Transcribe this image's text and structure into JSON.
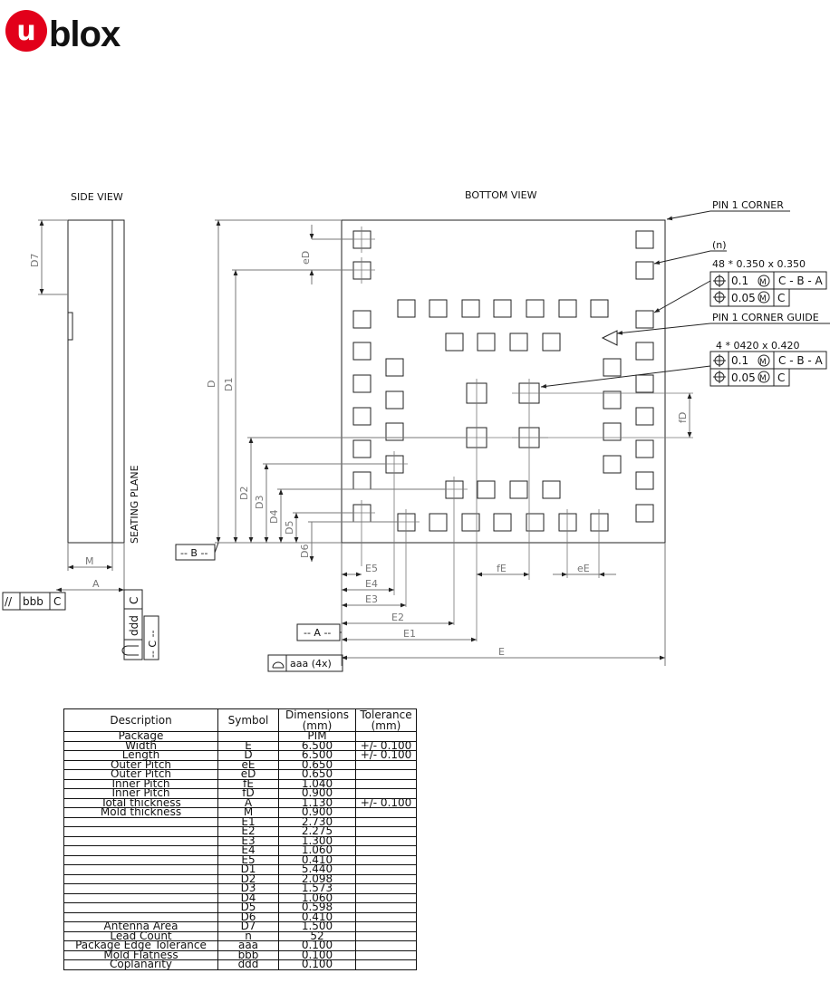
{
  "brand": {
    "logo_text": "blox",
    "logo_glyph": "u",
    "logo_color": "#e2001a"
  },
  "views": {
    "side_title": "SIDE VIEW",
    "bottom_title": "BOTTOM VIEW",
    "seating_plane": "SEATING PLANE"
  },
  "callouts": {
    "pin1_corner": "PIN 1 CORNER",
    "n": "(n)",
    "pads48": "48 * 0.350 x 0.350",
    "pin1_guide": "PIN 1 CORNER GUIDE",
    "pads4": "4 * 0420 x 0.420"
  },
  "fcf": {
    "row1_tol": "0.1",
    "row1_ref": "C - B - A",
    "row2_tol": "0.05",
    "row2_ref": "C",
    "m": "M",
    "parallel_sym": "//",
    "bbb": "bbb",
    "c": "C",
    "ddd": "ddd",
    "aaa4x": "aaa (4x)"
  },
  "datums": {
    "b": "-- B --",
    "a": "-- A --",
    "c": "-- C --"
  },
  "dims": {
    "d7": "D7",
    "m": "M",
    "a": "A",
    "ed": "eD",
    "d": "D",
    "d1": "D1",
    "d2": "D2",
    "d3": "D3",
    "d4": "D4",
    "d5": "D5",
    "d6": "D6",
    "fd": "fD",
    "e5": "E5",
    "e4": "E4",
    "e3": "E3",
    "e2": "E2",
    "e1": "E1",
    "e": "E",
    "fe": "fE",
    "ee": "eE"
  },
  "table": {
    "headers": [
      "Description",
      "Symbol",
      "Dimensions\n(mm)",
      "Tolerance\n(mm)"
    ],
    "rows": [
      [
        "Package",
        "",
        "PIM",
        ""
      ],
      [
        "Width",
        "E",
        "6.500",
        "+/- 0.100"
      ],
      [
        "Length",
        "D",
        "6.500",
        "+/- 0.100"
      ],
      [
        "Outer Pitch",
        "eE",
        "0.650",
        ""
      ],
      [
        "Outer Pitch",
        "eD",
        "0.650",
        ""
      ],
      [
        "Inner Pitch",
        "fE",
        "1.040",
        ""
      ],
      [
        "Inner Pitch",
        "fD",
        "0.900",
        ""
      ],
      [
        "Total thickness",
        "A",
        "1.130",
        "+/- 0.100"
      ],
      [
        "Mold thickness",
        "M",
        "0.900",
        ""
      ],
      [
        "",
        "E1",
        "2.730",
        ""
      ],
      [
        "",
        "E2",
        "2.275",
        ""
      ],
      [
        "",
        "E3",
        "1.300",
        ""
      ],
      [
        "",
        "E4",
        "1.060",
        ""
      ],
      [
        "",
        "E5",
        "0.410",
        ""
      ],
      [
        "",
        "D1",
        "5.440",
        ""
      ],
      [
        "",
        "D2",
        "2.098",
        ""
      ],
      [
        "",
        "D3",
        "1.573",
        ""
      ],
      [
        "",
        "D4",
        "1.060",
        ""
      ],
      [
        "",
        "D5",
        "0.598",
        ""
      ],
      [
        "",
        "D6",
        "0.410",
        ""
      ],
      [
        "Antenna Area",
        "D7",
        "1.500",
        ""
      ],
      [
        "Lead Count",
        "n",
        "52",
        ""
      ],
      [
        "Package Edge Tolerance",
        "aaa",
        "0.100",
        ""
      ],
      [
        "Mold Flatness",
        "bbb",
        "0.100",
        ""
      ],
      [
        "Coplanarity",
        "ddd",
        "0.100",
        ""
      ]
    ]
  }
}
